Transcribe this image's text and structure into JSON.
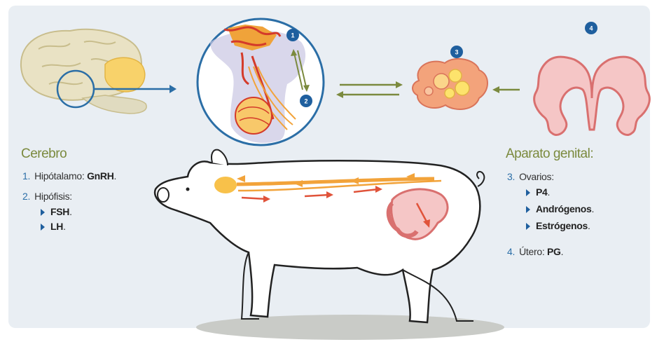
{
  "colors": {
    "panel": "#e9eef3",
    "heading": "#7b8a3e",
    "number": "#2c6fa8",
    "bullet": "#1f5f9e",
    "hormone_arrow": "#f2a33a",
    "blood_arrow": "#e0533a",
    "circle": "#2b6ea6"
  },
  "badges": [
    "1",
    "2",
    "3",
    "4"
  ],
  "cerebro": {
    "heading": "Cerebro",
    "item1": {
      "num": "1.",
      "label": "Hipótalamo: ",
      "hormone": "GnRH",
      "end": "."
    },
    "item2": {
      "num": "2.",
      "label": "Hipófisis:"
    },
    "sub": [
      {
        "hormone": "FSH",
        "end": "."
      },
      {
        "hormone": "LH",
        "end": "."
      }
    ]
  },
  "aparato": {
    "heading": "Aparato genital:",
    "item3": {
      "num": "3.",
      "label": "Ovarios:"
    },
    "sub": [
      {
        "hormone": "P4",
        "end": "."
      },
      {
        "hormone": "Andrógenos",
        "end": "."
      },
      {
        "hormone": "Estrógenos",
        "end": "."
      }
    ],
    "item4": {
      "num": "4.",
      "label": "Útero: ",
      "hormone": "PG",
      "end": "."
    }
  }
}
